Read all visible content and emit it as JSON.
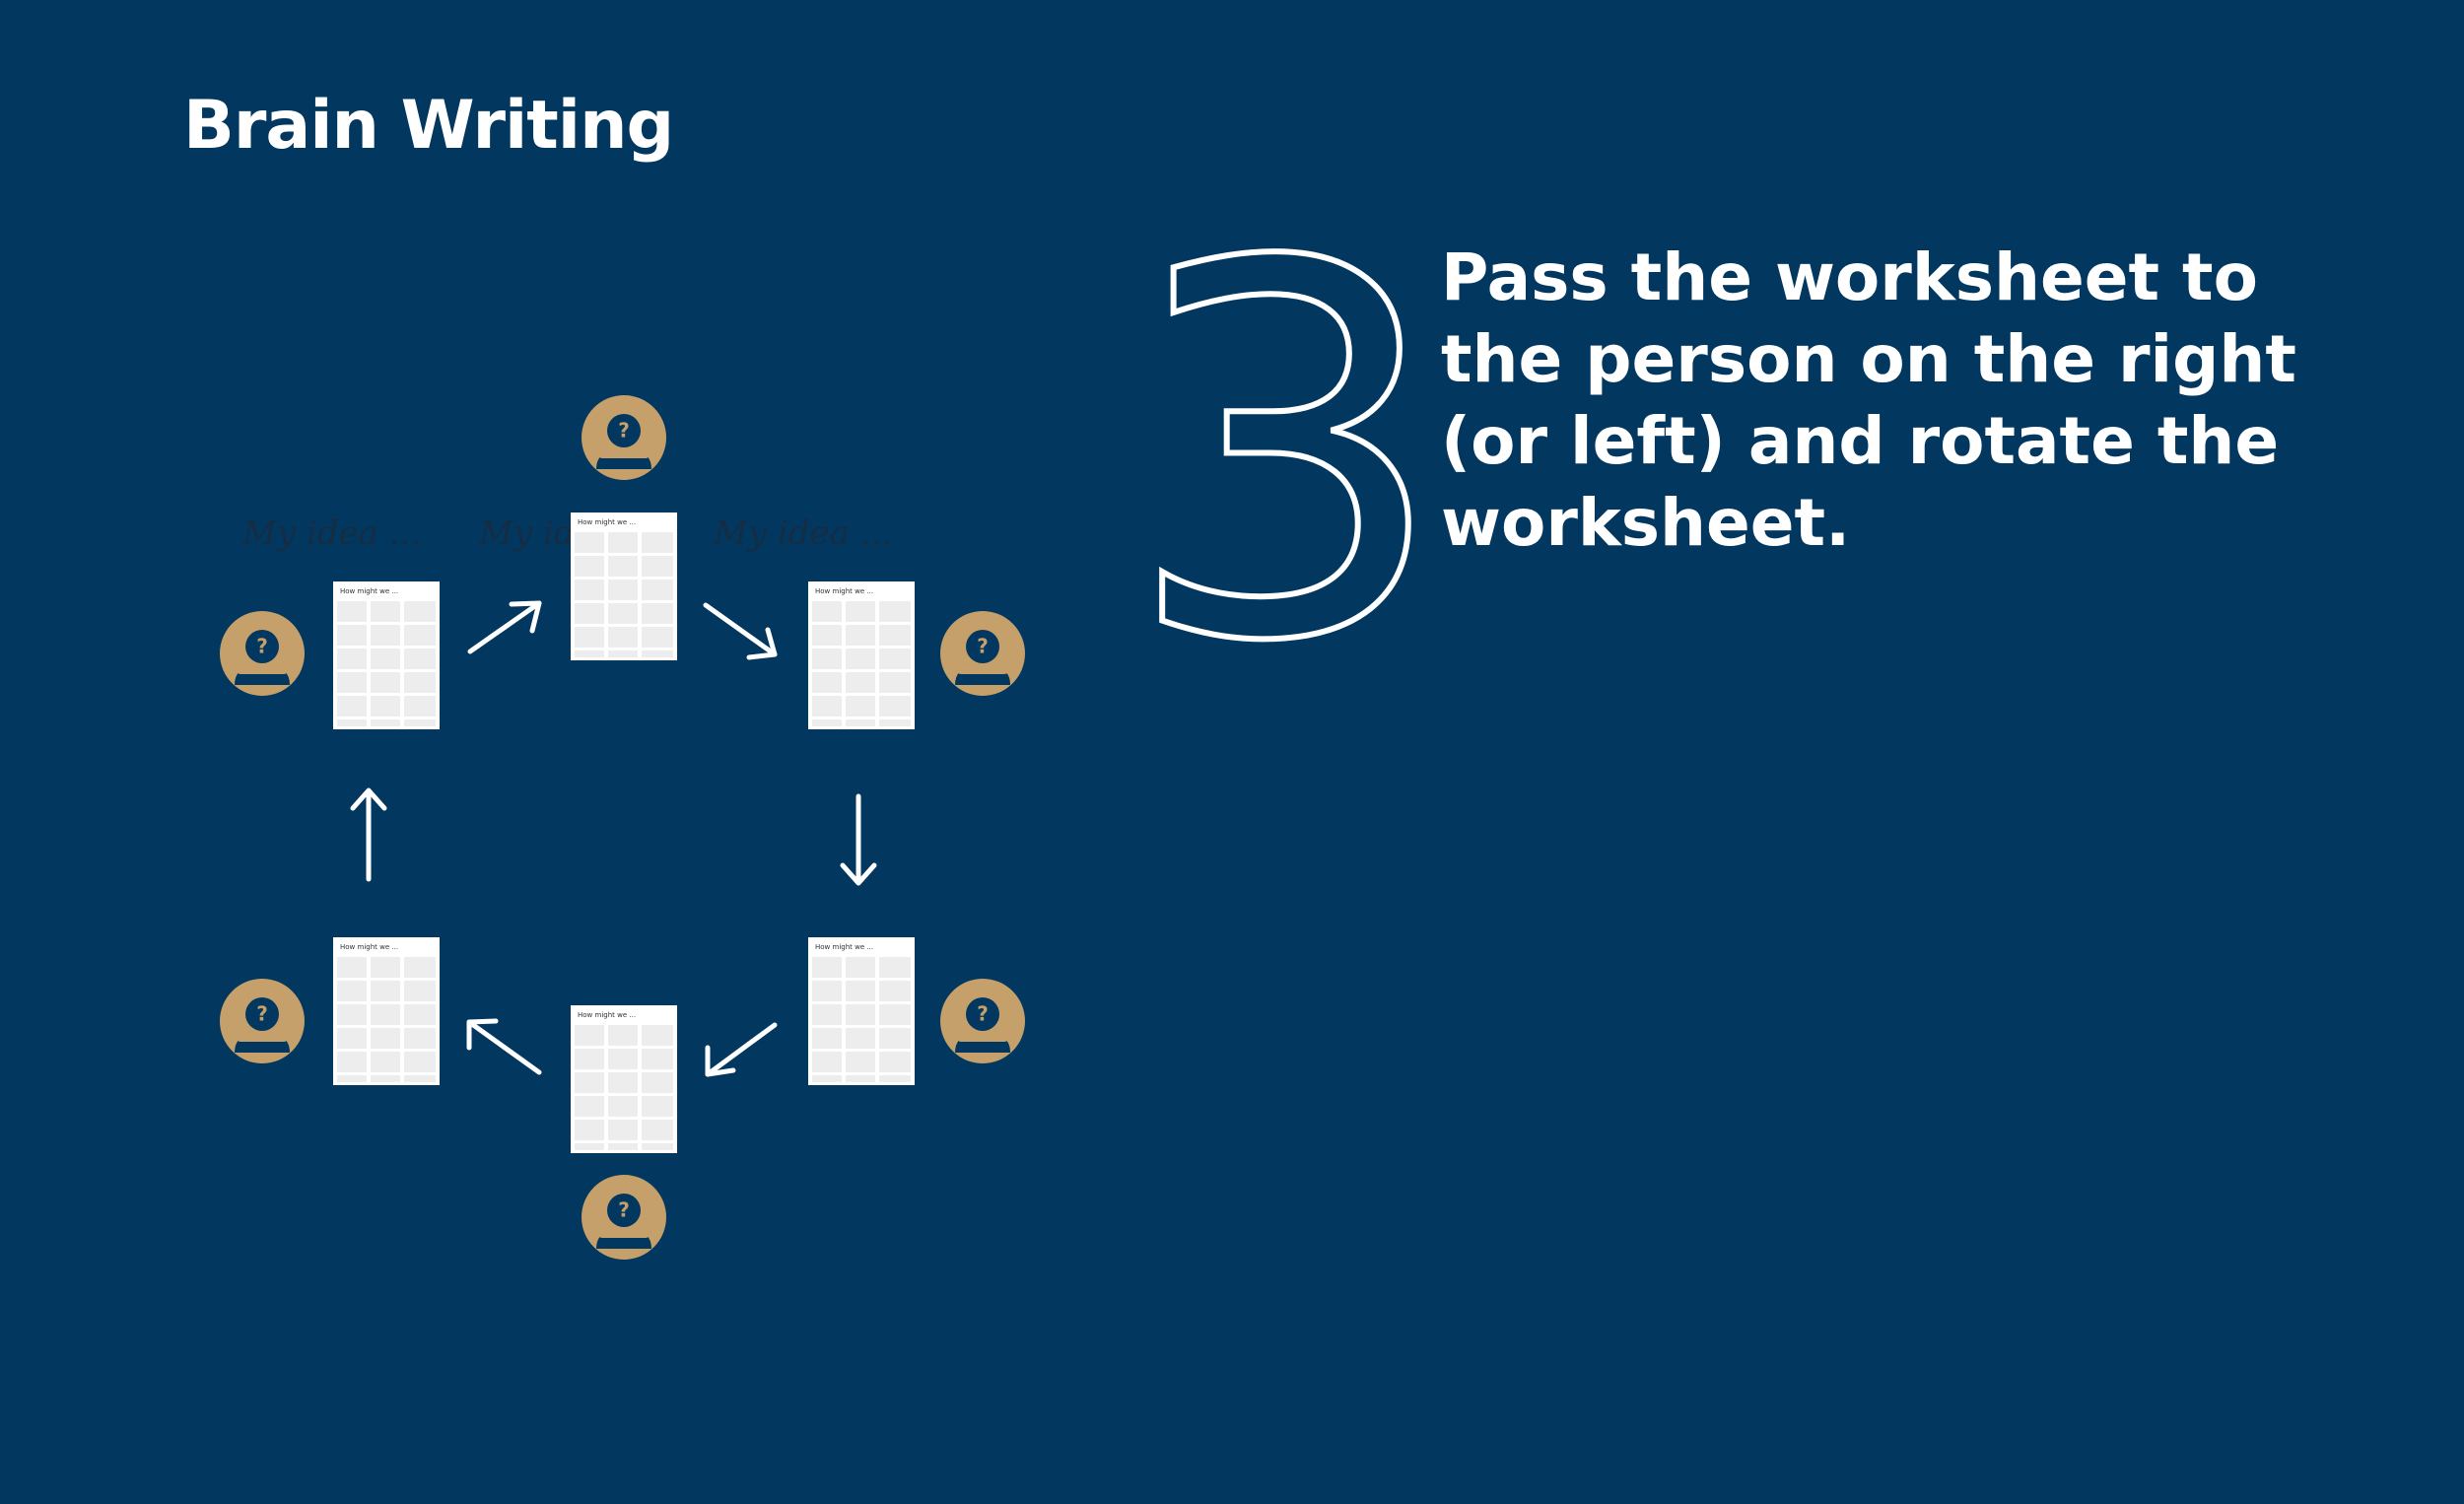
{
  "slide": {
    "title": "Brain Writing",
    "step_number": "3",
    "instruction": "Pass the worksheet to the person on the right (or left) and rotate the worksheet."
  },
  "worksheet": {
    "header": "How might we ..."
  },
  "handwriting": {
    "note": "My idea ..."
  },
  "colors": {
    "background": "#023760",
    "avatar": "#C5A06A",
    "avatar_icon": "#023760",
    "sheet": "#EFEFEF",
    "foreground": "#FFFFFF"
  },
  "icons": {
    "participant": "user-question-icon",
    "flow": "arrow-icon"
  }
}
